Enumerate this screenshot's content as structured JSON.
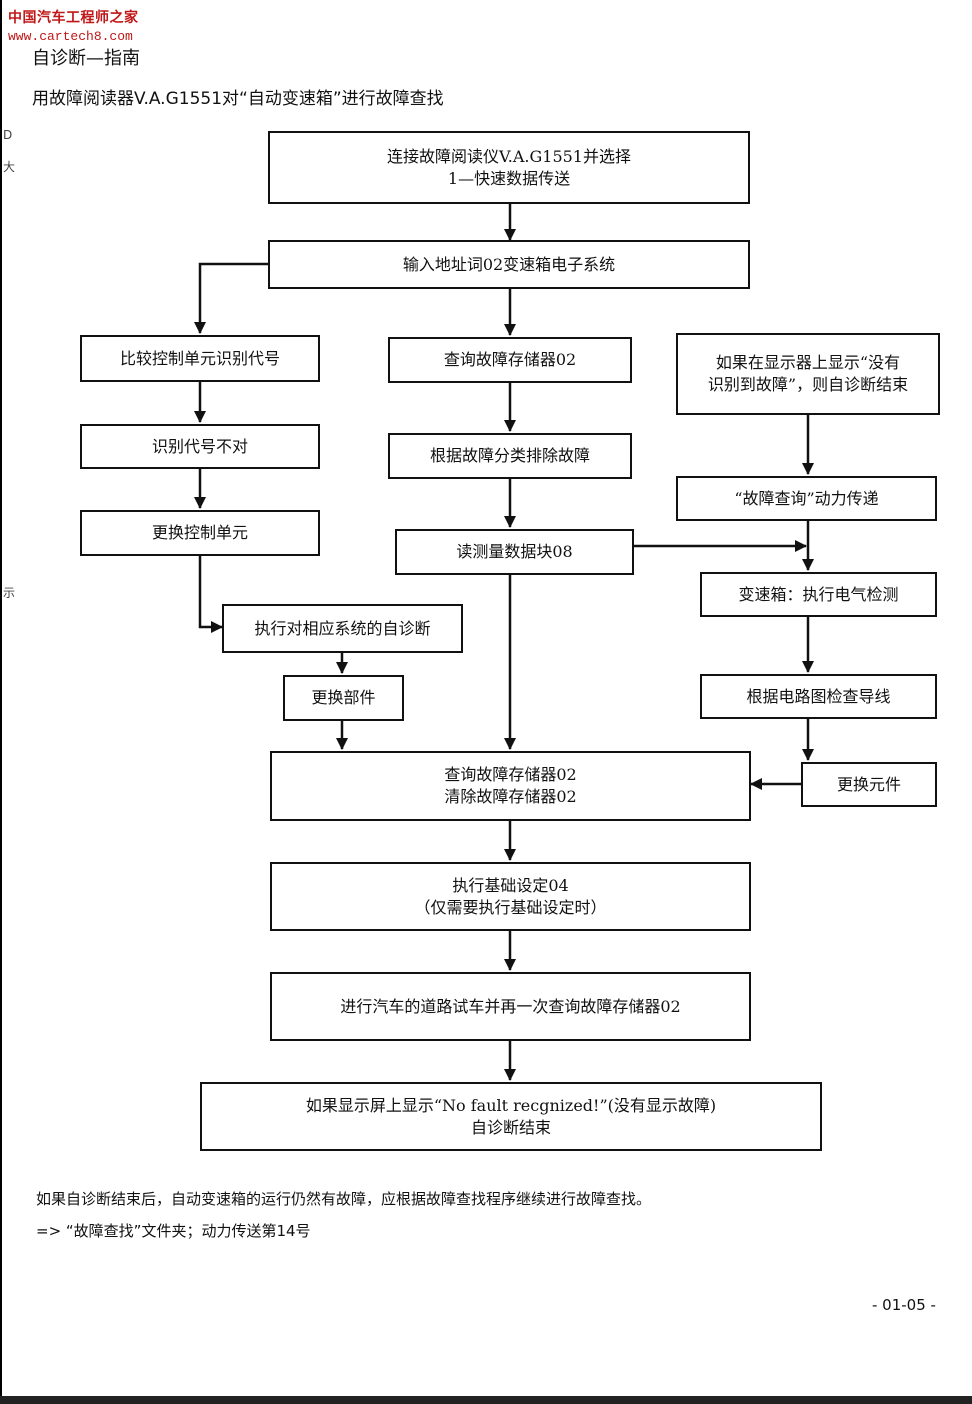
{
  "watermark": {
    "name": "中国汽车工程师之家",
    "url": "www.cartech8.com"
  },
  "header": {
    "title": "自诊断—指南",
    "subtitle": "用故障阅读器V.A.G1551对“自动变速箱”进行故障查找"
  },
  "flowchart": {
    "connect": [
      "连接故障阅读仪V.A.G1551并选择",
      "1—快速数据传送"
    ],
    "address": "输入地址词02变速箱电子系统",
    "compare_id": "比较控制单元识别代号",
    "id_wrong": "识别代号不对",
    "replace_unit": "更换控制单元",
    "self_diag": "执行对相应系统的自诊断",
    "replace_part": "更换部件",
    "query_memory": "查询故障存储器02",
    "fix_by_class": "根据故障分类排除故障",
    "read_block": "读测量数据块08",
    "no_fault": [
      "如果在显示器上显示“没有",
      "识别到故障”，则自诊断结束"
    ],
    "fault_query": "“故障查询”动力传递",
    "gearbox_check": "变速箱：执行电气检测",
    "wiring_check": "根据电路图检查导线",
    "replace_component": "更换元件",
    "query_clear": [
      "查询故障存储器02",
      "清除故障存储器02"
    ],
    "basic_setting": [
      "执行基础设定04",
      "（仅需要执行基础设定时）"
    ],
    "road_test": "进行汽车的道路试车并再一次查询故障存储器02",
    "end": [
      "如果显示屏上显示“No fault recgnized!”(没有显示故障)",
      "自诊断结束"
    ]
  },
  "footer": {
    "note1": "如果自诊断结束后，自动变速箱的运行仍然有故障，应根据故障查找程序继续进行故障查找。",
    "note2": "=> “故障查找”文件夹；动力传送第14号",
    "page_number": "- 01-05 -"
  },
  "side_marks": [
    "D",
    "大",
    "示"
  ]
}
